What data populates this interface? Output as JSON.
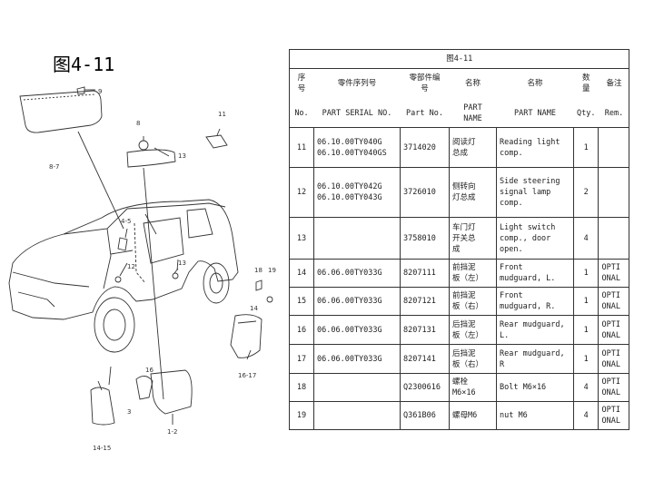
{
  "figure_label": "图4-11",
  "table": {
    "caption": "图4-11",
    "header_cn": {
      "no": "序\n号",
      "serial": "零件序列号",
      "part_no": "零部件编\n号",
      "name_cn": "名称",
      "name_en": "名称",
      "qty": "数\n量",
      "rem": "备注"
    },
    "header_en": {
      "no": "No.",
      "serial": "PART SERIAL NO.",
      "part_no": "Part No.",
      "name_cn": "PART\nNAME",
      "name_en": "PART NAME",
      "qty": "Qty.",
      "rem": "Rem."
    },
    "rows": [
      {
        "no": "11",
        "serial": "06.10.00TY040G\n06.10.00TY040GS",
        "part_no": "3714020",
        "name_cn": "阅读灯\n总成",
        "name_en": "Reading light\ncomp.",
        "qty": "1",
        "rem": ""
      },
      {
        "no": "12",
        "serial": "06.10.00TY042G\n06.10.00TY043G",
        "part_no": "3726010",
        "name_cn": "侧转向\n灯总成",
        "name_en": "Side steering\nsignal lamp\ncomp.",
        "qty": "2",
        "rem": ""
      },
      {
        "no": "13",
        "serial": "",
        "part_no": "3758010",
        "name_cn": "车门灯\n开关总\n成",
        "name_en": "Light switch\ncomp., door\nopen.",
        "qty": "4",
        "rem": ""
      },
      {
        "no": "14",
        "serial": "06.06.00TY033G",
        "part_no": "8207111",
        "name_cn": "前挡泥\n板（左）",
        "name_en": "Front\nmudguard, L.",
        "qty": "1",
        "rem": "OPTI\nONAL"
      },
      {
        "no": "15",
        "serial": "06.06.00TY033G",
        "part_no": "8207121",
        "name_cn": "前挡泥\n板（右）",
        "name_en": "Front\nmudguard, R.",
        "qty": "1",
        "rem": "OPTI\nONAL"
      },
      {
        "no": "16",
        "serial": "06.06.00TY033G",
        "part_no": "8207131",
        "name_cn": "后挡泥\n板（左）",
        "name_en": "Rear mudguard,\nL.",
        "qty": "1",
        "rem": "OPTI\nONAL"
      },
      {
        "no": "17",
        "serial": "06.06.00TY033G",
        "part_no": "8207141",
        "name_cn": "后挡泥\n板（右）",
        "name_en": "Rear mudguard,\nR",
        "qty": "1",
        "rem": "OPTI\nONAL"
      },
      {
        "no": "18",
        "serial": "",
        "part_no": "Q2300616",
        "name_cn": "螺栓\nM6×16",
        "name_en": "Bolt  M6×16",
        "qty": "4",
        "rem": "OPTI\nONAL"
      },
      {
        "no": "19",
        "serial": "",
        "part_no": "Q361B06",
        "name_cn": "螺母M6",
        "name_en": "nut M6",
        "qty": "4",
        "rem": "OPTI\nONAL"
      }
    ]
  },
  "callouts": [
    "9",
    "8",
    "11",
    "13",
    "8-7",
    "4-5",
    "12",
    "13",
    "18",
    "19",
    "14",
    "16",
    "3",
    "1-2",
    "14-15",
    "16-17"
  ]
}
